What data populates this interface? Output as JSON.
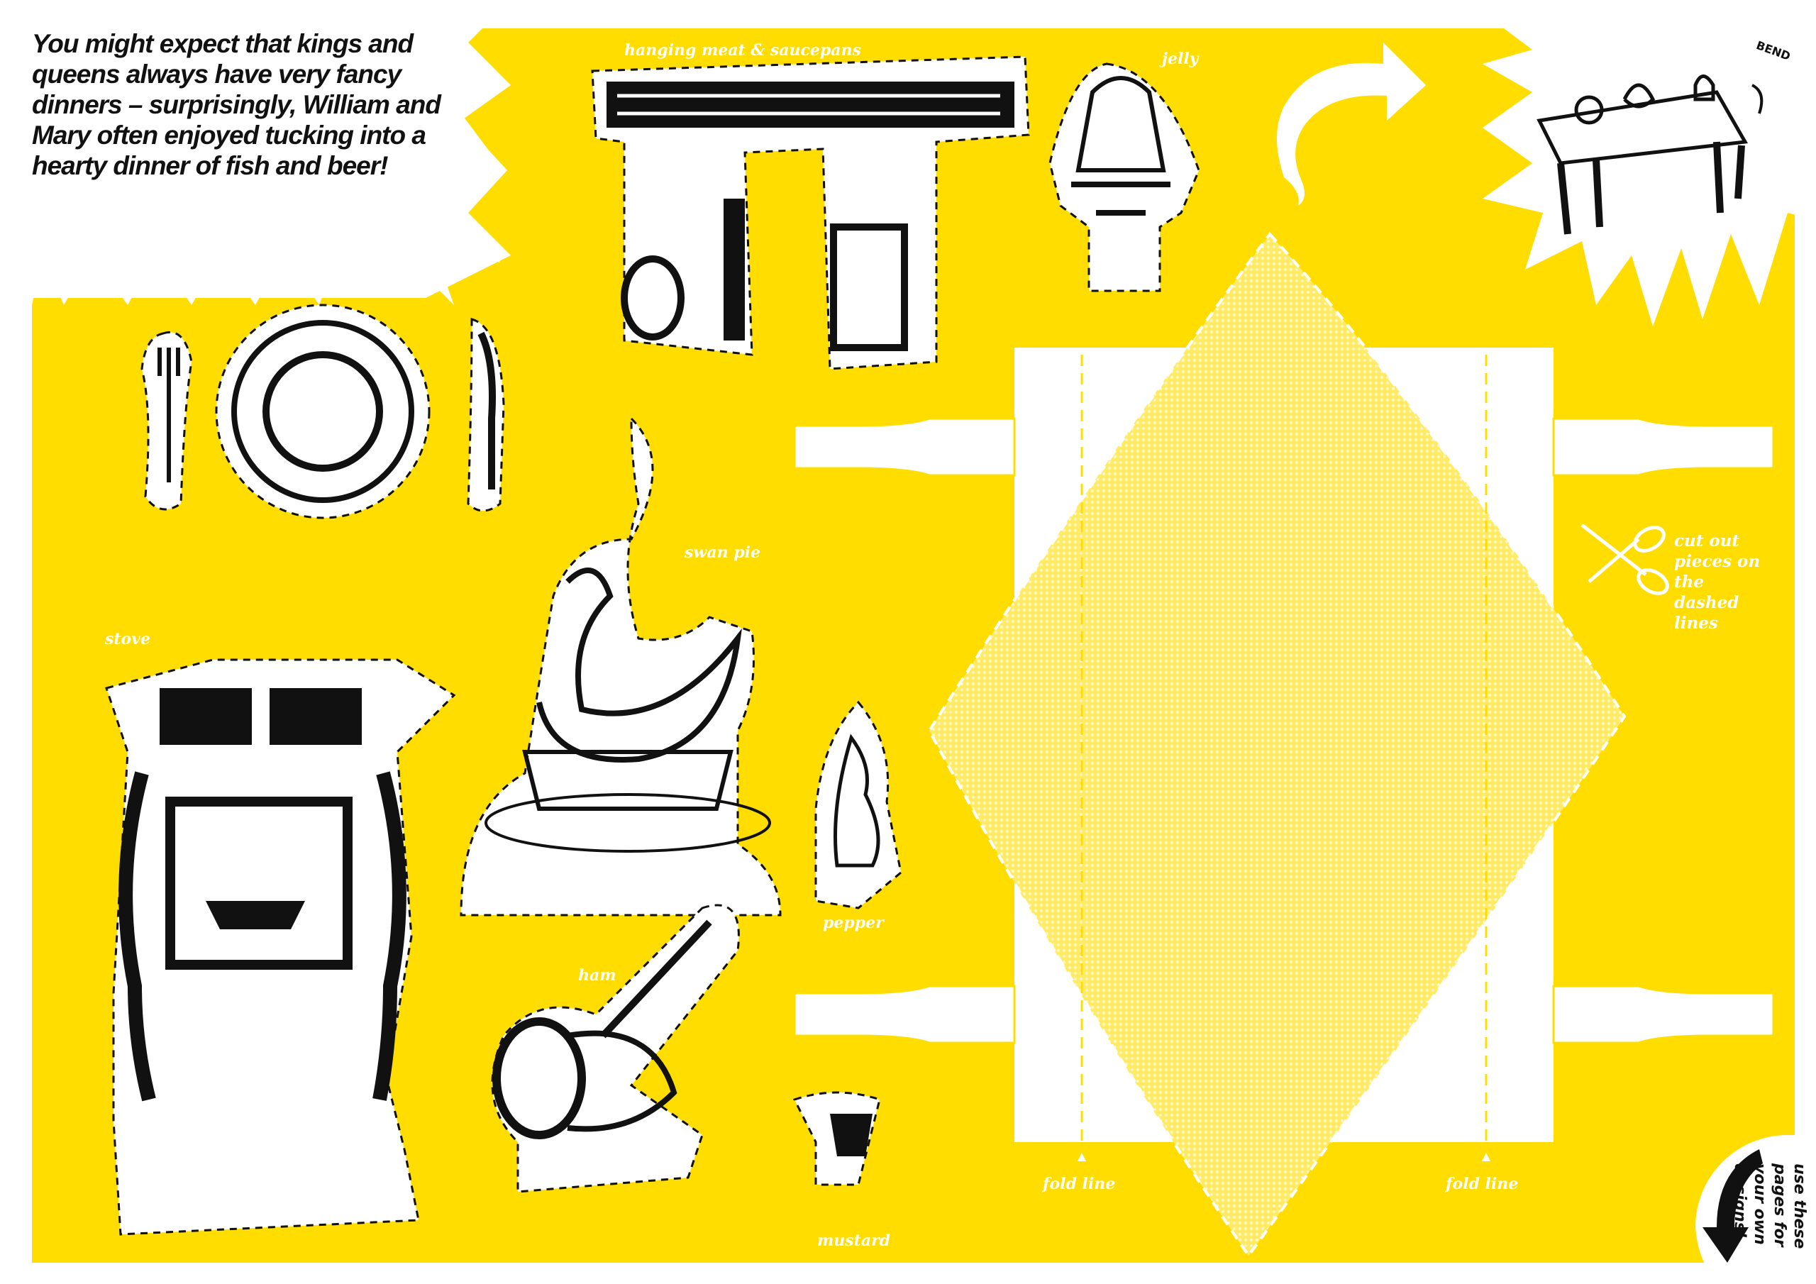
{
  "intro_text": "You might expect that kings and queens always have very fancy dinners – surprisingly, William and Mary often enjoyed tucking into a hearty dinner of fish and beer!",
  "labels": {
    "hanging": "hanging meat & saucepans",
    "jelly": "jelly",
    "stove": "stove",
    "swan_pie": "swan pie",
    "pepper": "pepper",
    "ham": "ham",
    "mustard": "mustard",
    "fold_left": "fold line",
    "fold_right": "fold line",
    "bend": "BEND"
  },
  "cut_instruction": "cut out pieces on the dashed lines",
  "use_pages_note": "use these pages for your own designs!",
  "colors": {
    "yellow": "#FFDD00",
    "ink": "#111111",
    "paper": "#FFFFFF"
  }
}
